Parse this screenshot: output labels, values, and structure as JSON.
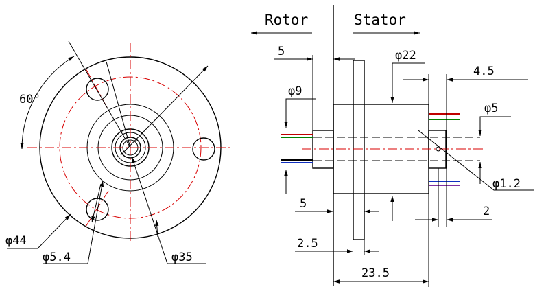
{
  "side_labels": {
    "rotor": "Rotor",
    "stator": "Stator"
  },
  "front_view": {
    "angle": "60°",
    "dia_outer": "φ44",
    "dia_hole": "φ5.4",
    "dia_pcd": "φ35"
  },
  "side_view": {
    "len_5_top": "5",
    "dia_22": "φ22",
    "len_4_5": "4.5",
    "dia_9": "φ9",
    "dia_5": "φ5",
    "dia_1_2": "φ1.2",
    "len_5_bottom": "5",
    "len_2": "2",
    "len_2_5": "2.5",
    "len_23_5": "23.5"
  },
  "wire_colors": {
    "left_top": [
      "#c00000",
      "#008000"
    ],
    "left_bottom": [
      "#000000",
      "#1030c0"
    ],
    "right_top": [
      "#c00000",
      "#008000"
    ],
    "right_bottom": [
      "#1030c0",
      "#8030a0"
    ]
  }
}
